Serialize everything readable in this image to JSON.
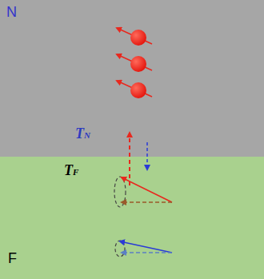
{
  "diagram": {
    "nodes": [
      {
        "text": [
          "N",
          "TN"
        ]
      },
      {
        "text": [
          "F",
          "TF"
        ]
      }
    ]
  }
}
